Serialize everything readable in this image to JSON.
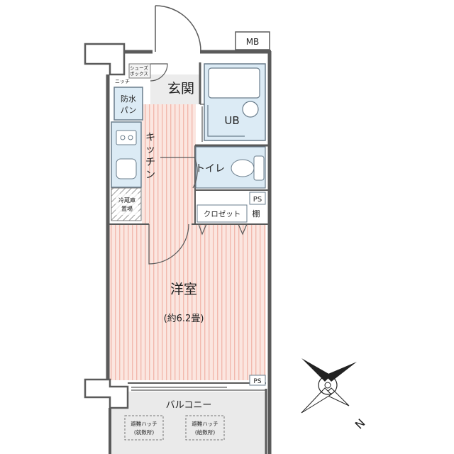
{
  "labels": {
    "mb": "MB",
    "genkan": "玄関",
    "shoe_box": "シューズ",
    "shoe_box_2": "ボックス",
    "niche": "ニッチ",
    "bousui_1": "防水",
    "bousui_2": "パン",
    "kitchen": [
      "キ",
      "ッ",
      "チ",
      "ン"
    ],
    "ub": "UB",
    "toilet": "トイレ",
    "ps_top": "PS",
    "closet": "クロゼット",
    "shelf": "棚",
    "fridge_1": "冷蔵庫",
    "fridge_2": "置場",
    "youshitsu": "洋室",
    "area": "(約6.2畳)",
    "ps_bottom": "PS",
    "balcony": "バルコニー",
    "hatch_1_top": "避難ハッチ",
    "hatch_1_bottom": "(就数所)",
    "hatch_2_top": "避難ハッチ",
    "hatch_2_bottom": "(給数所)",
    "north": "N"
  },
  "colors": {
    "wall": "#5a5a5a",
    "floor_stripe": "#f2b9ae",
    "floor_bg": "#fbe6e0",
    "wet": "#dcebf5",
    "wet_line": "#6a7d8c",
    "balcony": "#e8e8e8"
  }
}
